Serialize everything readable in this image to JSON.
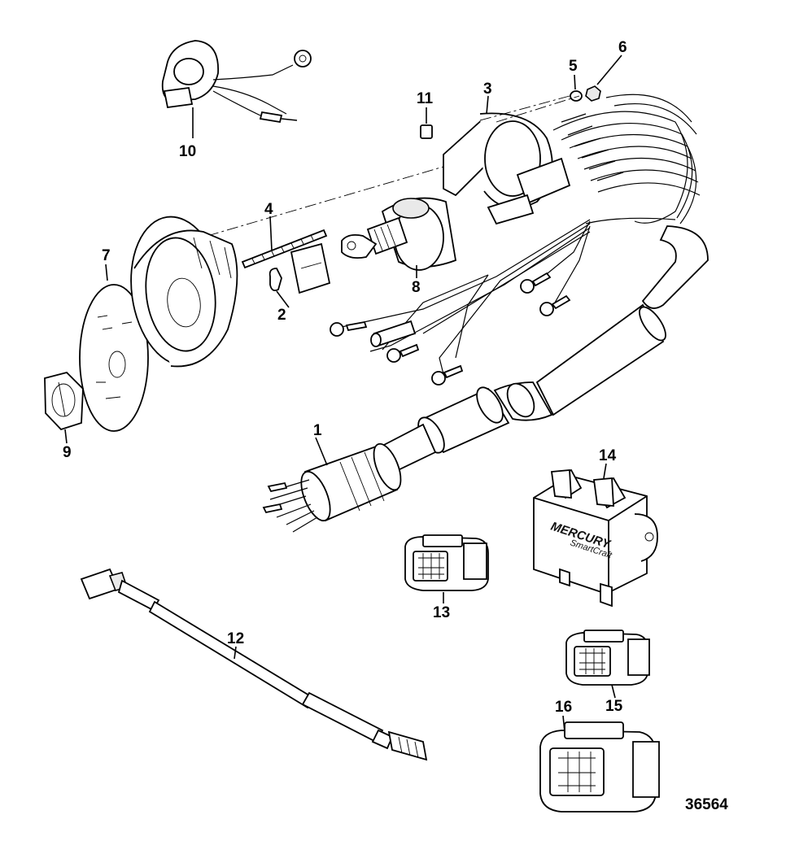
{
  "figure_number": "36564",
  "brand_logo": {
    "text_main": "MERCURY",
    "text_sub": "SmartCraft"
  },
  "callouts": [
    {
      "id": "c1",
      "label": "1"
    },
    {
      "id": "c2",
      "label": "2"
    },
    {
      "id": "c3",
      "label": "3"
    },
    {
      "id": "c4",
      "label": "4"
    },
    {
      "id": "c5",
      "label": "5"
    },
    {
      "id": "c6",
      "label": "6"
    },
    {
      "id": "c7",
      "label": "7"
    },
    {
      "id": "c8",
      "label": "8"
    },
    {
      "id": "c9",
      "label": "9"
    },
    {
      "id": "c10",
      "label": "10"
    },
    {
      "id": "c11",
      "label": "11"
    },
    {
      "id": "c12",
      "label": "12"
    },
    {
      "id": "c13",
      "label": "13"
    },
    {
      "id": "c14",
      "label": "14"
    },
    {
      "id": "c15",
      "label": "15"
    },
    {
      "id": "c16",
      "label": "16"
    }
  ]
}
